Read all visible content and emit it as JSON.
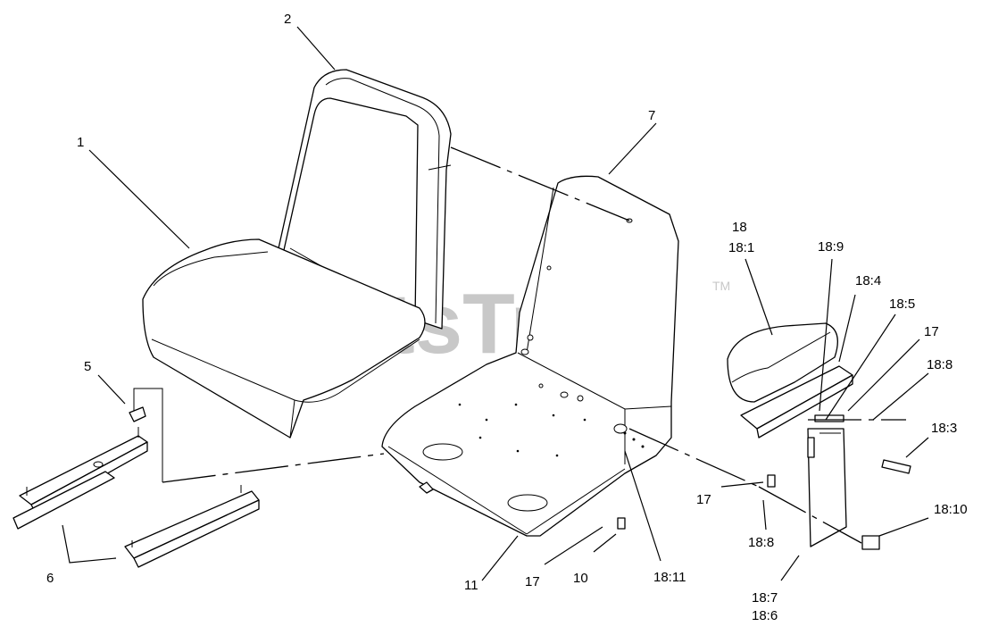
{
  "watermark": {
    "text": "PartsTree",
    "trademark": "TM"
  },
  "callouts": {
    "c1": "1",
    "c2": "2",
    "c5": "5",
    "c6": "6",
    "c7": "7",
    "c10": "10",
    "c11": "11",
    "c17_bottom": "17",
    "c17_left": "17",
    "c17_right": "17",
    "c18": "18",
    "c18_1": "18:1",
    "c18_3": "18:3",
    "c18_4": "18:4",
    "c18_5": "18:5",
    "c18_6": "18:6",
    "c18_7": "18:7",
    "c18_8_top": "18:8",
    "c18_8_bottom": "18:8",
    "c18_9": "18:9",
    "c18_10": "18:10",
    "c18_11": "18:11"
  }
}
